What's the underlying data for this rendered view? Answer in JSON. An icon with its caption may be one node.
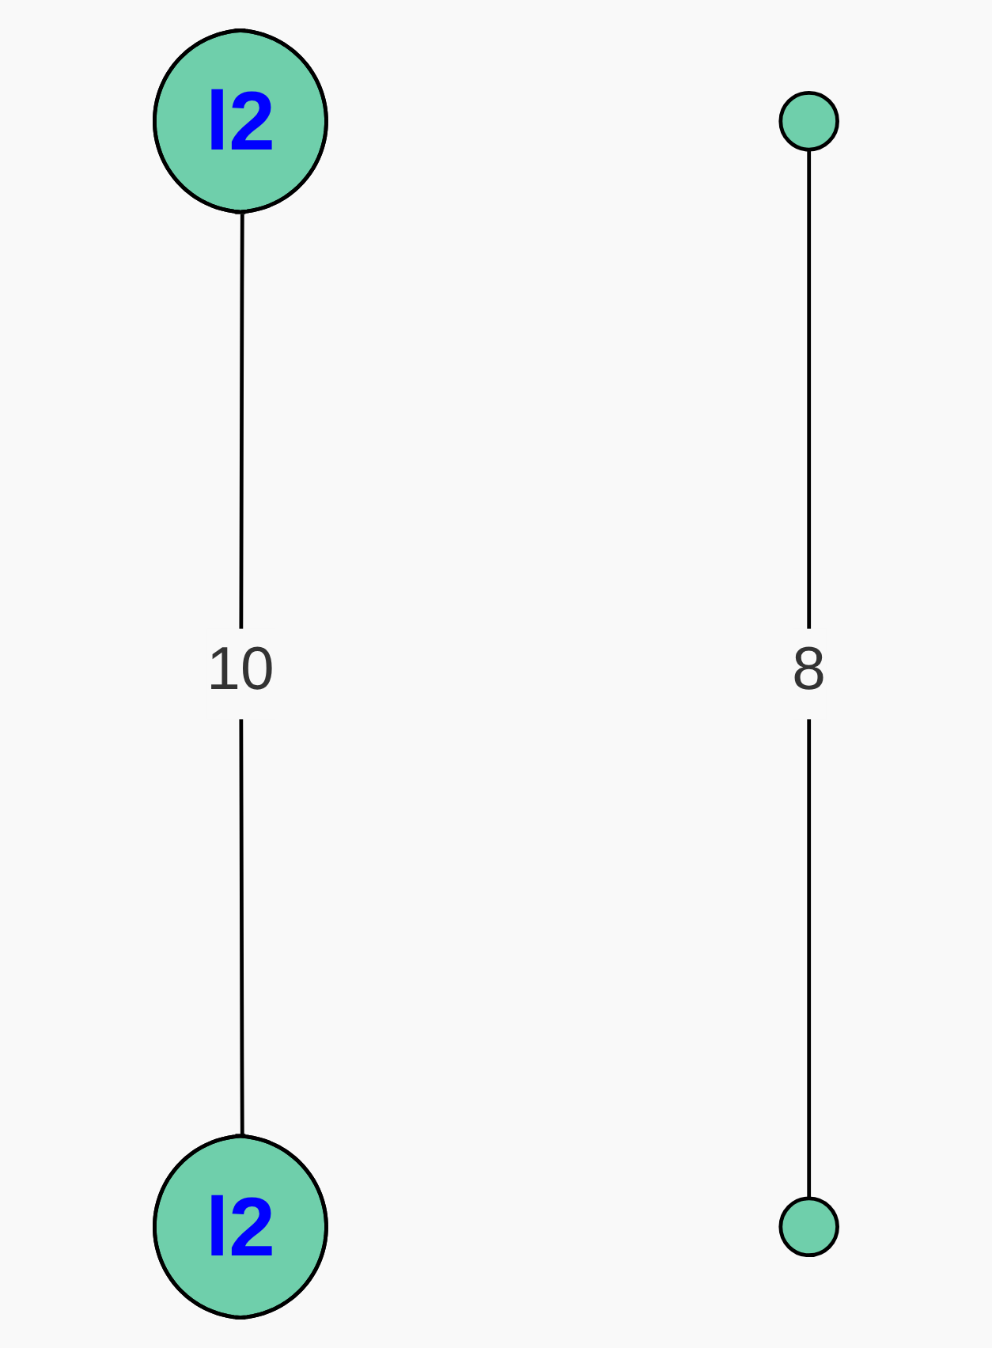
{
  "diagram": {
    "nodes": [
      {
        "text": [
          "l2"
        ]
      },
      {
        "text": [],
        "shape": "circle"
      },
      {
        "text": [
          "l2"
        ]
      },
      {
        "text": [],
        "shape": "circle"
      }
    ],
    "edges": [
      {
        "from": 0,
        "to": 2,
        "arrow": "none",
        "label": "10"
      },
      {
        "from": 1,
        "to": 3,
        "arrow": "none",
        "label": "8"
      }
    ]
  }
}
